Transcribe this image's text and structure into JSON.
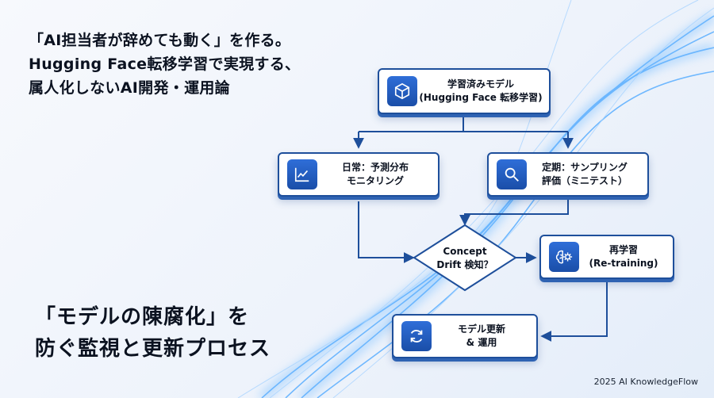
{
  "title": {
    "line1": "「AI担当者が辞めても動く」を作る。",
    "line2": "Hugging Face転移学習で実現する、",
    "line3": "属人化しないAI開発・運用論"
  },
  "subtitle": {
    "line1": "「モデルの陳腐化」を",
    "line2": "防ぐ監視と更新プロセス"
  },
  "flow": {
    "model": {
      "line1": "学習済みモデル",
      "line2": "(Hugging Face 転移学習)",
      "icon": "cube-icon"
    },
    "monitor": {
      "line1": "日常：予測分布",
      "line2": "モニタリング",
      "icon": "line-chart-icon"
    },
    "sampling": {
      "line1": "定期：サンプリング",
      "line2": "評価（ミニテスト）",
      "icon": "magnifier-icon"
    },
    "decision": {
      "line1": "Concept",
      "line2": "Drift 検知？"
    },
    "retrain": {
      "line1": "再学習",
      "line2": "(Re-training)",
      "icon": "brain-gear-icon"
    },
    "update": {
      "line1": "モデル更新",
      "line2": "& 運用",
      "icon": "refresh-icon"
    }
  },
  "colors": {
    "accent": "#1e4f9b",
    "glow": "#5aa8ff"
  },
  "footer": "2025 AI KnowledgeFlow"
}
